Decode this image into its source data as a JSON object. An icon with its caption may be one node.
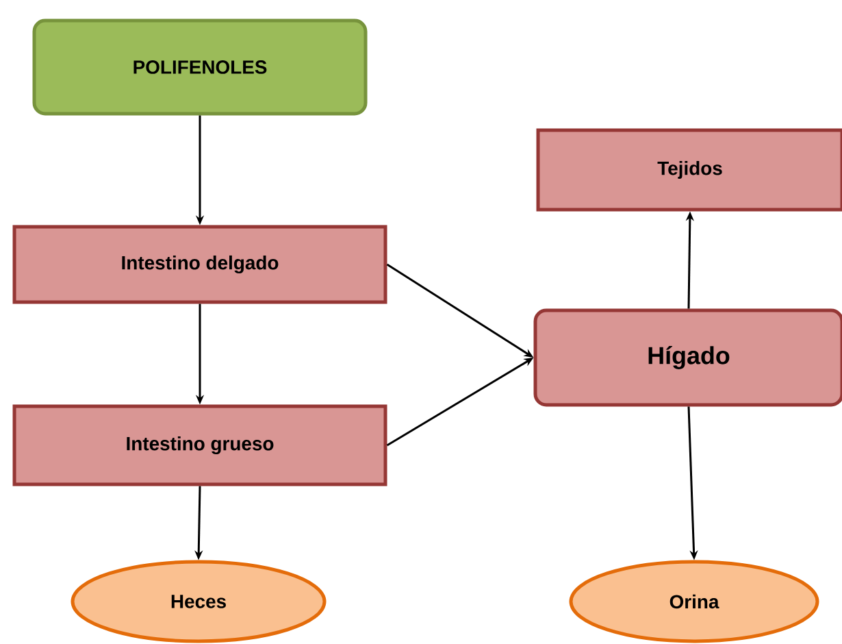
{
  "diagram": {
    "nodes": [
      {
        "text": [
          "POLIFENOLES"
        ]
      },
      {
        "text": [
          "Tejidos"
        ]
      },
      {
        "text": [
          "Intestino delgado"
        ]
      },
      {
        "text": [
          "Hígado"
        ]
      },
      {
        "text": [
          "Intestino grueso"
        ]
      },
      {
        "text": [
          "Heces"
        ]
      },
      {
        "text": [
          "Orina"
        ]
      }
    ],
    "edges": [
      {
        "from": 0,
        "to": 2,
        "arrow": "to"
      },
      {
        "from": 2,
        "to": 4,
        "arrow": "to"
      },
      {
        "from": 2,
        "to": 3,
        "arrow": "to"
      },
      {
        "from": 4,
        "to": 3,
        "arrow": "to"
      },
      {
        "from": 4,
        "to": 5,
        "arrow": "to"
      },
      {
        "from": 3,
        "to": 1,
        "arrow": "to"
      },
      {
        "from": 3,
        "to": 6,
        "arrow": "to"
      }
    ]
  }
}
